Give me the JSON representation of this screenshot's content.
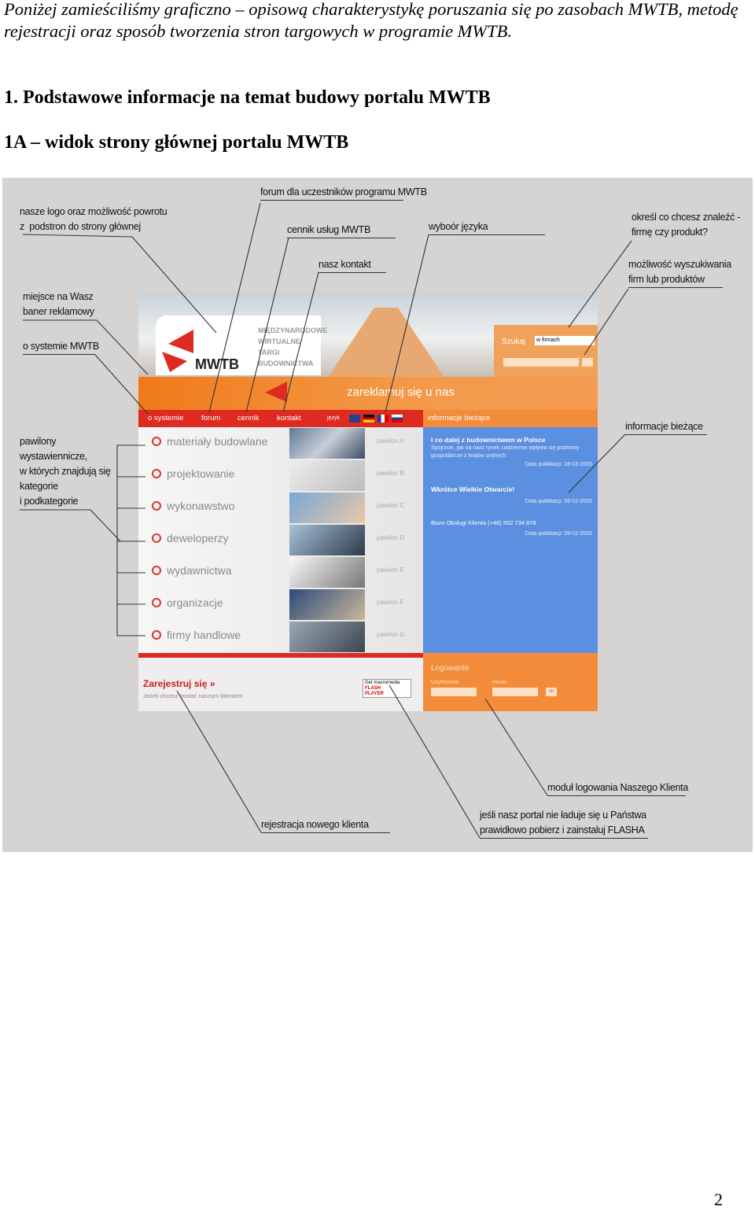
{
  "intro": "Poniżej zamieściliśmy graficzno – opisową charakterystykę poruszania się po zasobach MWTB, metodę rejestracji oraz sposób tworzenia stron targowych w programie MWTB.",
  "heading1": "1. Podstawowe informacje na temat budowy portalu MWTB",
  "heading2": "1A – widok strony głównej portalu MWTB",
  "page_number": "2",
  "callouts": {
    "logo": [
      "nasze logo oraz możliwość powrotu",
      "z  podstron do strony głównej"
    ],
    "forum": [
      "forum dla uczestników programu MWTB"
    ],
    "cennik": [
      "cennik usług MWTB"
    ],
    "kontakt": [
      "nasz kontakt"
    ],
    "jezyk": [
      "wyboór języka"
    ],
    "firma": [
      "określ co chcesz znaleźć -",
      "firmę czy produkt?"
    ],
    "wyszukiwanie": [
      "możliwość wyszukiwania",
      "firm lub produktów"
    ],
    "baner": [
      "miejsce na Wasz",
      "baner reklamowy"
    ],
    "system": [
      "o systemie MWTB"
    ],
    "pawilony": [
      "pawilony",
      "wystawiennicze,",
      "w których znajdują się",
      "kategorie",
      "i podkategorie"
    ],
    "informacje": [
      "informacje bieżące"
    ],
    "logowanie": [
      "moduł logowania Naszego Klienta"
    ],
    "flash": [
      "jeśli nasz portal nie ładuje się u Państwa",
      "prawidłowo pobierz i zainstaluj FLASHA"
    ],
    "rejestracja": [
      "rejestracja nowego klienta"
    ]
  },
  "site": {
    "logo_text": [
      "MIĘDZYNARODOWE",
      "WIRTUALNE",
      "TARGI",
      "BUDOWNICTWA"
    ],
    "logo_name": "MWTB",
    "banner": "zareklamuj się u nas",
    "search_label": "Szukaj",
    "search_select": "w firmach",
    "nav": [
      "o systemie",
      "forum",
      "cennik",
      "kontakt"
    ],
    "lang_label": "język",
    "info_title": "informacje bieżące",
    "categories": [
      {
        "label": "materiały budowlane",
        "pavilion": "pawilon A"
      },
      {
        "label": "projektowanie",
        "pavilion": "pawilon B"
      },
      {
        "label": "wykonawstwo",
        "pavilion": "pawilon C"
      },
      {
        "label": "deweloperzy",
        "pavilion": "pawilon D"
      },
      {
        "label": "wydawnictwa",
        "pavilion": "pawilon E"
      },
      {
        "label": "organizacje",
        "pavilion": "pawilon F"
      },
      {
        "label": "firmy handlowe",
        "pavilion": "pawilon G"
      }
    ],
    "news": [
      {
        "title": "I co dalej z budownictwem w Polsce",
        "body": "Spójrzcie, jak na nasz rynek codziennie wpływa się podmioty gospodarcze z krajów unijnych",
        "date": "Data publikacji: 28-03-2005"
      },
      {
        "title": "Wkrótce Wielkie Otwarcie!",
        "body": "",
        "date": "Data publikacji: 09-02-2005"
      },
      {
        "title": "Biuro Obsługi Klienta (+48) 502 734 878",
        "body": "",
        "date": "Data publikacji: 09-02-2005"
      }
    ],
    "register_title": "Zarejestruj się »",
    "register_sub": "Jeżeli chcesz zostać naszym klientem",
    "flash_badge": [
      "Get macromedia",
      "FLASH",
      "PLAYER"
    ],
    "login_title": "Logowanie",
    "login_user": "Użytkownik",
    "login_pass": "Hasło",
    "login_ok": "ok"
  }
}
